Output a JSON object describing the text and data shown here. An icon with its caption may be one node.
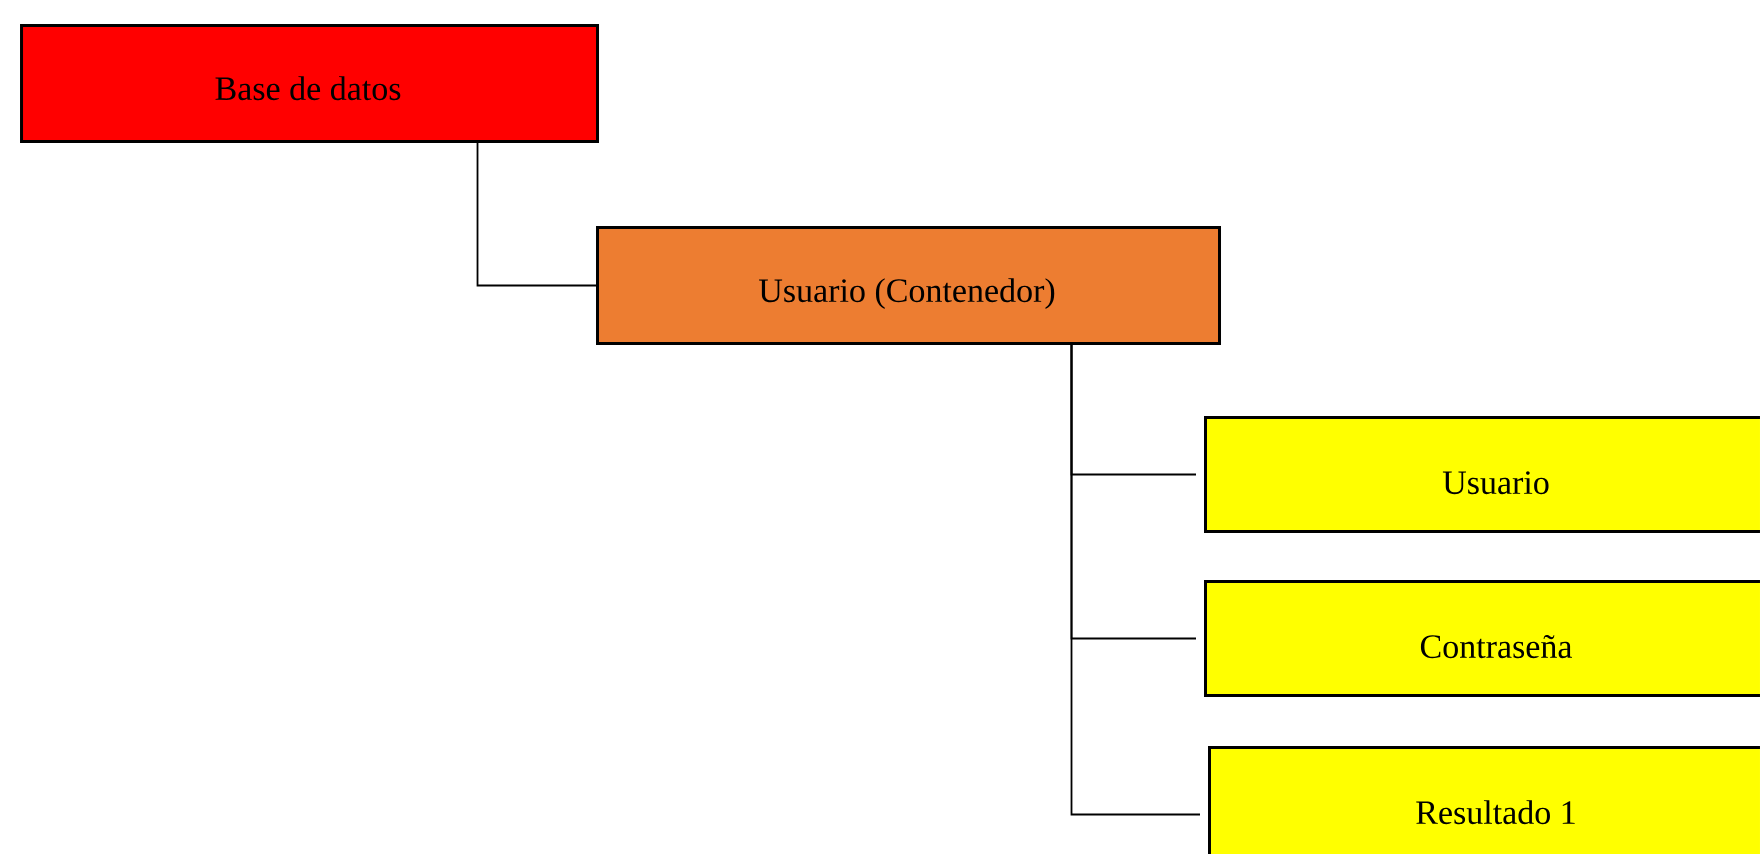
{
  "diagram": {
    "nodes": [
      {
        "text": [
          "Base de datos"
        ]
      },
      {
        "text": [
          "Usuario (Contenedor)"
        ]
      },
      {
        "text": [
          "Usuario"
        ]
      },
      {
        "text": [
          "Contraseña"
        ]
      },
      {
        "text": [
          "Resultado 1"
        ]
      }
    ],
    "edges": [
      {
        "from": 0,
        "to": 1,
        "arrow": "none"
      },
      {
        "from": 1,
        "to": 2,
        "arrow": "none"
      },
      {
        "from": 1,
        "to": 3,
        "arrow": "none"
      },
      {
        "from": 1,
        "to": 4,
        "arrow": "none"
      }
    ]
  }
}
